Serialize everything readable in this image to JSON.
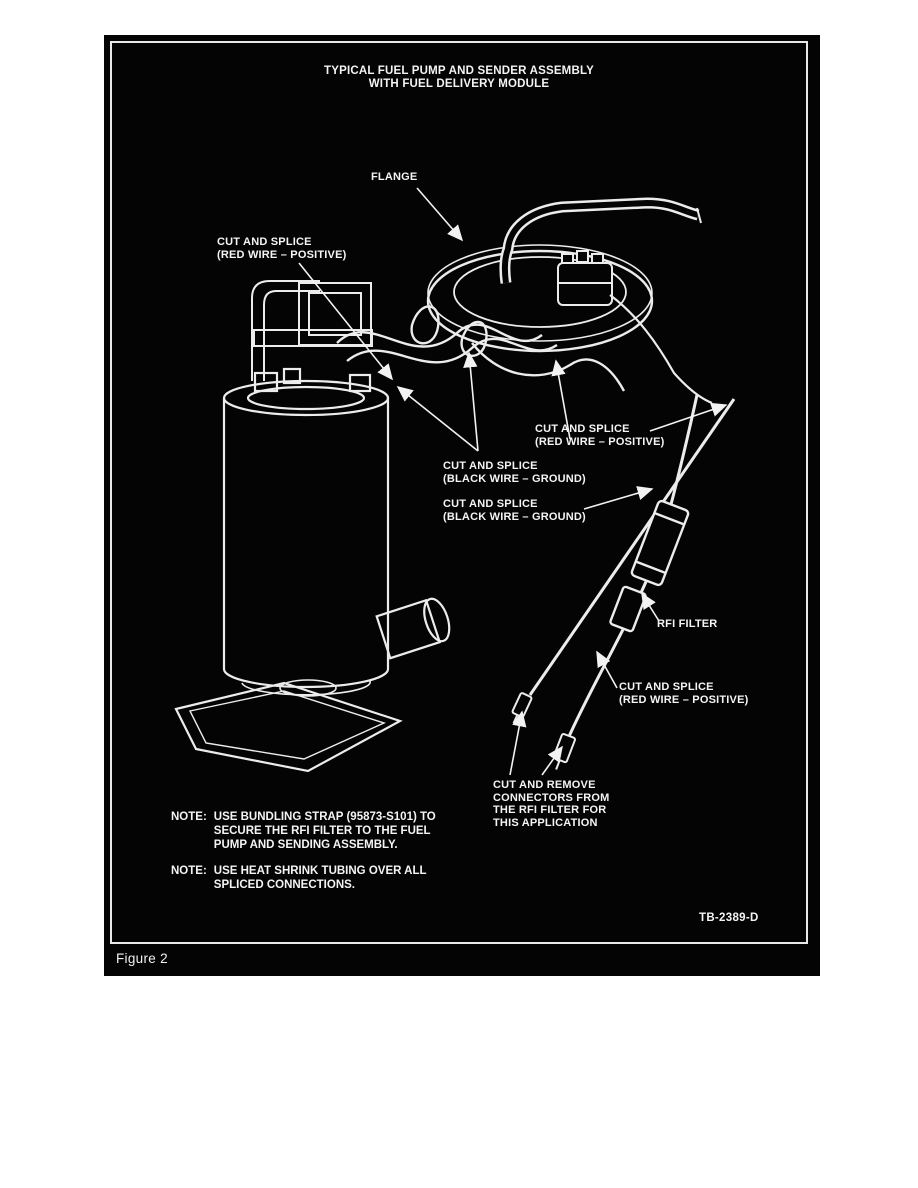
{
  "figure": {
    "title": [
      "TYPICAL FUEL PUMP AND SENDER ASSEMBLY",
      "WITH FUEL DELIVERY MODULE"
    ],
    "caption": "Figure 2",
    "drawing_code": "TB-2389-D",
    "labels": [
      {
        "name": "flange",
        "lines": [
          "FLANGE"
        ]
      },
      {
        "name": "cut-splice-red-upper-left",
        "lines": [
          "CUT AND SPLICE",
          "(RED WIRE –  POSITIVE)"
        ]
      },
      {
        "name": "cut-splice-red-right",
        "lines": [
          "CUT AND SPLICE",
          "(RED WIRE –  POSITIVE)"
        ]
      },
      {
        "name": "cut-splice-black-upper",
        "lines": [
          "CUT AND SPLICE",
          "(BLACK WIRE – GROUND)"
        ]
      },
      {
        "name": "cut-splice-black-lower",
        "lines": [
          "CUT AND SPLICE",
          "(BLACK WIRE – GROUND)"
        ]
      },
      {
        "name": "rfi-filter",
        "lines": [
          "RFI FILTER"
        ]
      },
      {
        "name": "cut-splice-red-lower",
        "lines": [
          "CUT AND SPLICE",
          "(RED WIRE –  POSITIVE)"
        ]
      },
      {
        "name": "cut-remove-connectors",
        "lines": [
          "CUT AND REMOVE",
          "CONNECTORS FROM",
          "THE RFI FILTER FOR",
          "THIS APPLICATION"
        ]
      }
    ],
    "notes": [
      {
        "prefix": "NOTE:",
        "lines": [
          "USE BUNDLING STRAP (95873-S101) TO",
          "SECURE THE RFI FILTER TO THE FUEL",
          "PUMP AND SENDING ASSEMBLY."
        ]
      },
      {
        "prefix": "NOTE:",
        "lines": [
          "USE HEAT SHRINK TUBING OVER ALL",
          "SPLICED CONNECTIONS."
        ]
      }
    ]
  }
}
